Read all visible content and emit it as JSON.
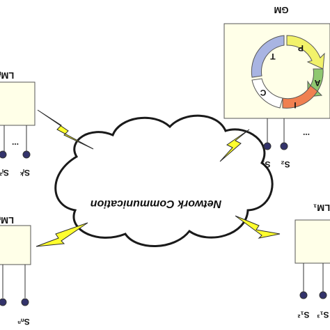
{
  "cloud": {
    "label": "Network Communication"
  },
  "gm": {
    "title": "GM",
    "segments": [
      "P",
      "A",
      "I",
      "C",
      "T"
    ],
    "sensors": [
      "S₁",
      "S₂"
    ],
    "ellipsis": "..."
  },
  "lm_top_left": {
    "title": "LMᵢ",
    "sensors": [
      "Sᵢ²",
      "Sᵢᵏ"
    ],
    "ellipsis": "..."
  },
  "lm_bottom_left": {
    "title": "LMₙ",
    "sensors": [
      "Sₙⁿ"
    ]
  },
  "lm_right": {
    "title": "LM₁",
    "sensors": [
      "S₁²",
      "S₁³"
    ]
  },
  "colors": {
    "panel_fill": "#ffffe8",
    "cloud_fill": "#ffffff",
    "bolt": "#ffff2e",
    "seg_yellow": "#f2f26a",
    "seg_green": "#8fc870",
    "seg_orange": "#f08050",
    "seg_white": "#ffffff",
    "seg_blue": "#a8b4e2"
  }
}
